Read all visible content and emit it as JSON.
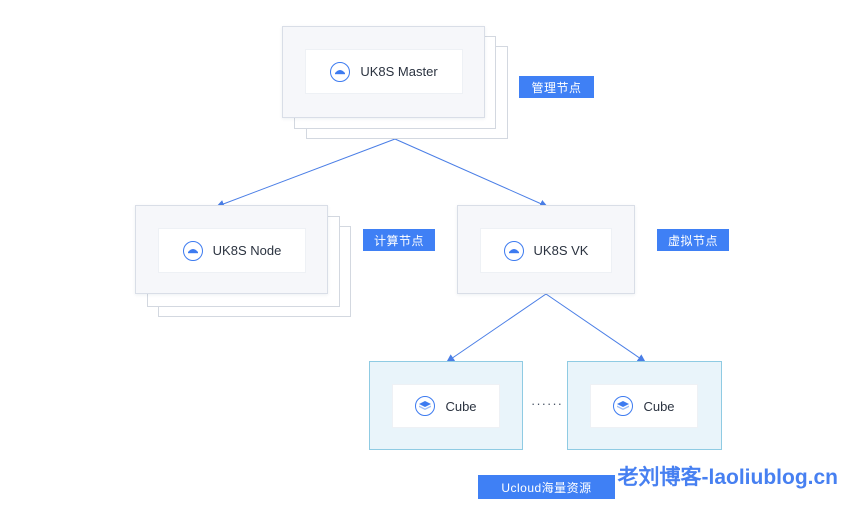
{
  "nodes": {
    "master": {
      "label": "UK8S Master",
      "tag": "管理节点"
    },
    "node": {
      "label": "UK8S Node",
      "tag": "计算节点"
    },
    "vk": {
      "label": "UK8S VK",
      "tag": "虚拟节点"
    },
    "cube_left": {
      "label": "Cube"
    },
    "cube_right": {
      "label": "Cube"
    }
  },
  "ellipsis": "······",
  "resource_tag": "Ucloud海量资源",
  "watermark": "老刘博客-laoliublog.cn",
  "colors": {
    "accent": "#3f80f5",
    "arrow": "#4a7ee6",
    "card_border": "#d9dee7",
    "cube_fill": "#e9f4fa",
    "cube_border": "#8fcbe3"
  },
  "icons": {
    "k8s": "k8s-node-icon",
    "cube": "cube-icon"
  }
}
